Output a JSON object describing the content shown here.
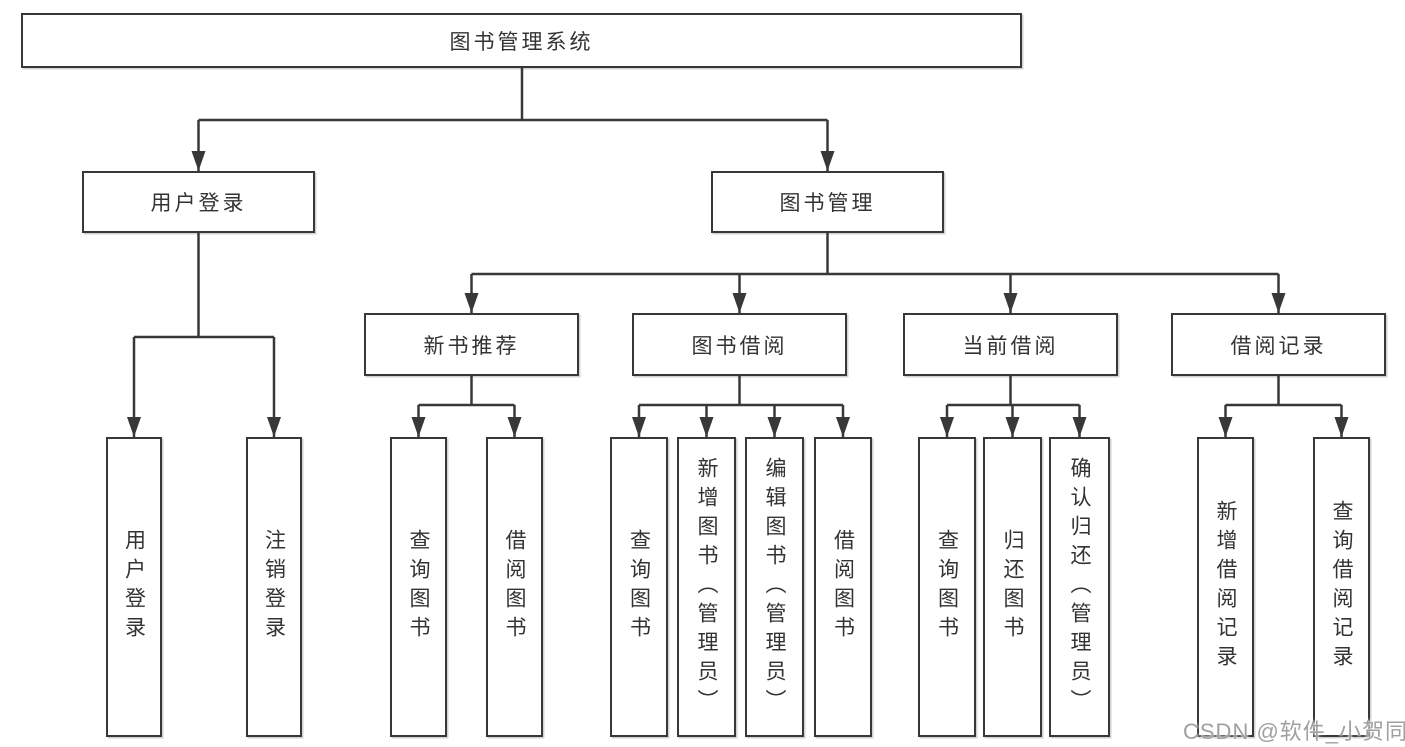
{
  "watermark": "CSDN @软件_小贺同学",
  "colors": {
    "line": "#383838",
    "text": "#333333",
    "box_background": "#ffffff",
    "page_background": "#ffffff",
    "watermark": "#a0a0a0"
  },
  "tree": {
    "label": "图书管理系统",
    "children": [
      {
        "label": "用户登录",
        "children": [
          {
            "label": "用户登录"
          },
          {
            "label": "注销登录"
          }
        ]
      },
      {
        "label": "图书管理",
        "children": [
          {
            "label": "新书推荐",
            "children": [
              {
                "label": "查询图书"
              },
              {
                "label": "借阅图书"
              }
            ]
          },
          {
            "label": "图书借阅",
            "children": [
              {
                "label": "查询图书"
              },
              {
                "label": "新增图书（管理员）"
              },
              {
                "label": "编辑图书（管理员）"
              },
              {
                "label": "借阅图书"
              }
            ]
          },
          {
            "label": "当前借阅",
            "children": [
              {
                "label": "查询图书"
              },
              {
                "label": "归还图书"
              },
              {
                "label": "确认归还（管理员）"
              }
            ]
          },
          {
            "label": "借阅记录",
            "children": [
              {
                "label": "新增借阅记录"
              },
              {
                "label": "查询借阅记录"
              }
            ]
          }
        ]
      }
    ]
  }
}
